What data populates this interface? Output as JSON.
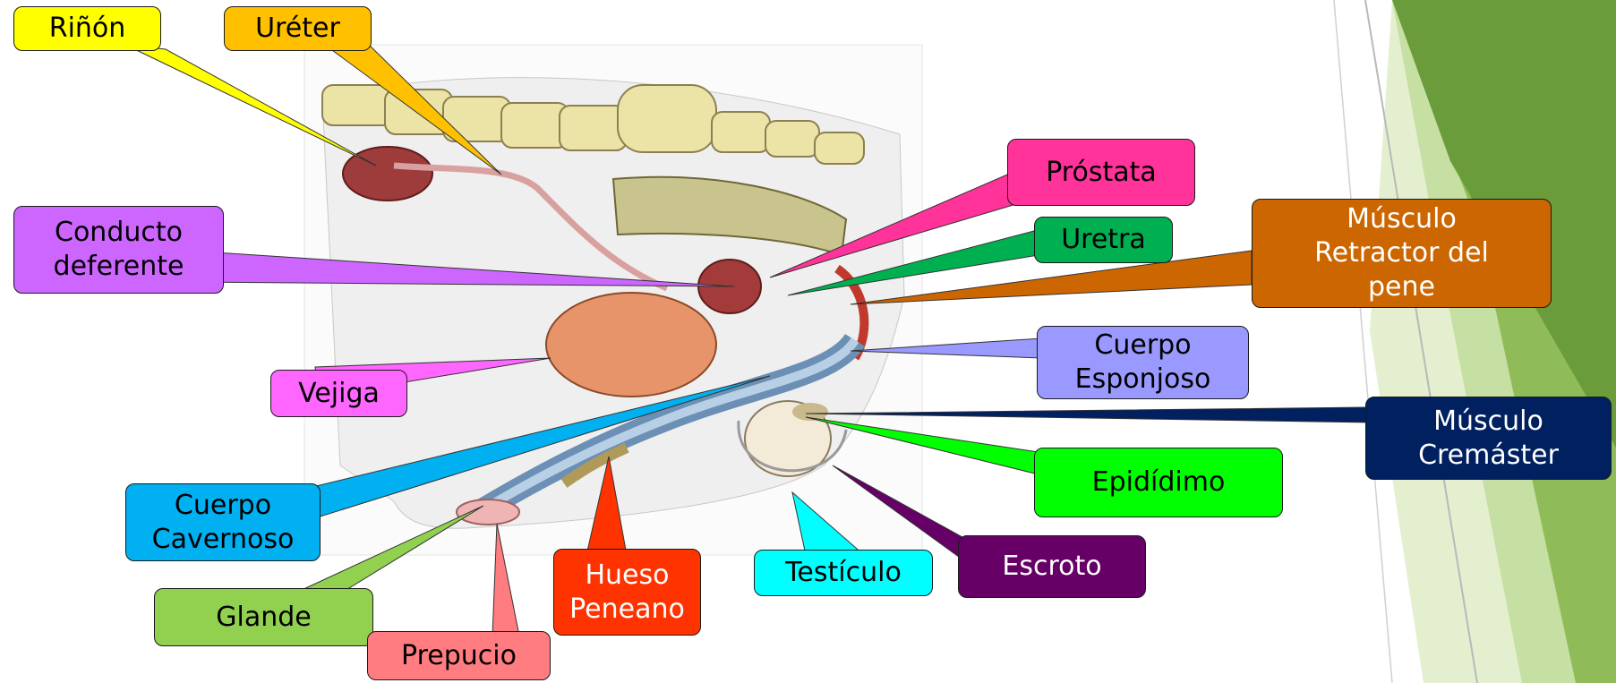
{
  "labels": {
    "rinon": {
      "text": "Riñón",
      "color": "#ffff00",
      "text_color": "#000000"
    },
    "ureter": {
      "text": "Uréter",
      "color": "#ffc000",
      "text_color": "#000000"
    },
    "conducto": {
      "text": "Conducto\ndeferente",
      "color": "#cc66ff",
      "text_color": "#000000"
    },
    "prostata": {
      "text": "Próstata",
      "color": "#ff3399",
      "text_color": "#000000"
    },
    "uretra": {
      "text": "Uretra",
      "color": "#00b050",
      "text_color": "#000000"
    },
    "retractor": {
      "text": "Músculo\nRetractor del\npene",
      "color": "#cc6600",
      "text_color": "#ffffff"
    },
    "vejiga": {
      "text": "Vejiga",
      "color": "#ff66ff",
      "text_color": "#000000"
    },
    "esponjoso": {
      "text": "Cuerpo\nEsponjoso",
      "color": "#9999ff",
      "text_color": "#000000"
    },
    "cremaster": {
      "text": "Músculo\nCremáster",
      "color": "#002060",
      "text_color": "#ffffff"
    },
    "epididimo": {
      "text": "Epidídimo",
      "color": "#00ff00",
      "text_color": "#000000"
    },
    "cavernoso": {
      "text": "Cuerpo\nCavernoso",
      "color": "#00b0f0",
      "text_color": "#000000"
    },
    "escroto": {
      "text": "Escroto",
      "color": "#660066",
      "text_color": "#ffffff"
    },
    "testiculo": {
      "text": "Testículo",
      "color": "#00ffff",
      "text_color": "#000000"
    },
    "hueso": {
      "text": "Hueso\nPeneano",
      "color": "#ff3300",
      "text_color": "#ffffff"
    },
    "glande": {
      "text": "Glande",
      "color": "#92d050",
      "text_color": "#000000"
    },
    "prepucio": {
      "text": "Prepucio",
      "color": "#ff7c80",
      "text_color": "#000000"
    }
  }
}
